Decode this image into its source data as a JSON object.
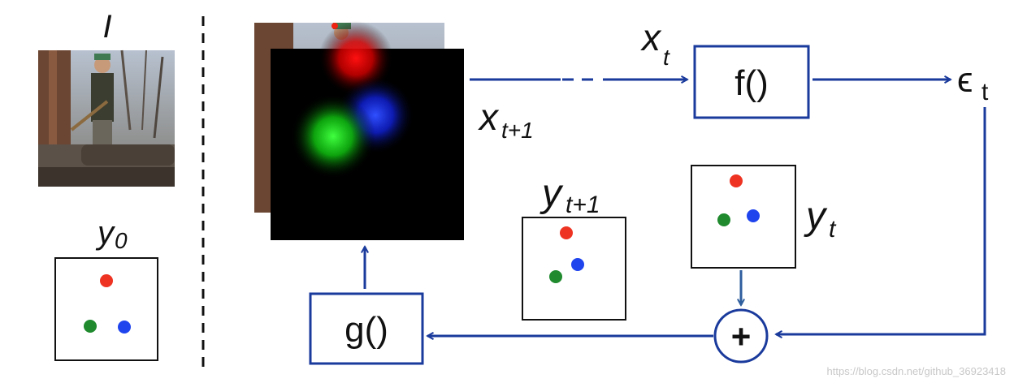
{
  "left": {
    "image_label": "I",
    "y0_label": "y",
    "y0_sub": "0"
  },
  "right": {
    "xt_label": "x",
    "xt_sub": "t",
    "xt1_label": "x",
    "xt1_sub": "t+1",
    "f_label": "f()",
    "eps_label": "ϵ",
    "eps_sub": "t",
    "g_label": "g()",
    "plus_label": "+",
    "yt_label": "y",
    "yt_sub": "t",
    "yt1_label": "y",
    "yt1_sub": "t+1"
  },
  "colors": {
    "arrow_blue": "#1a3a9c",
    "short_arrow": "#2f5f9e",
    "dot_red": "#ee3322",
    "dot_green": "#1f8a2e",
    "dot_blue": "#1f44ee"
  },
  "watermark": "https://blog.csdn.net/github_36923418"
}
